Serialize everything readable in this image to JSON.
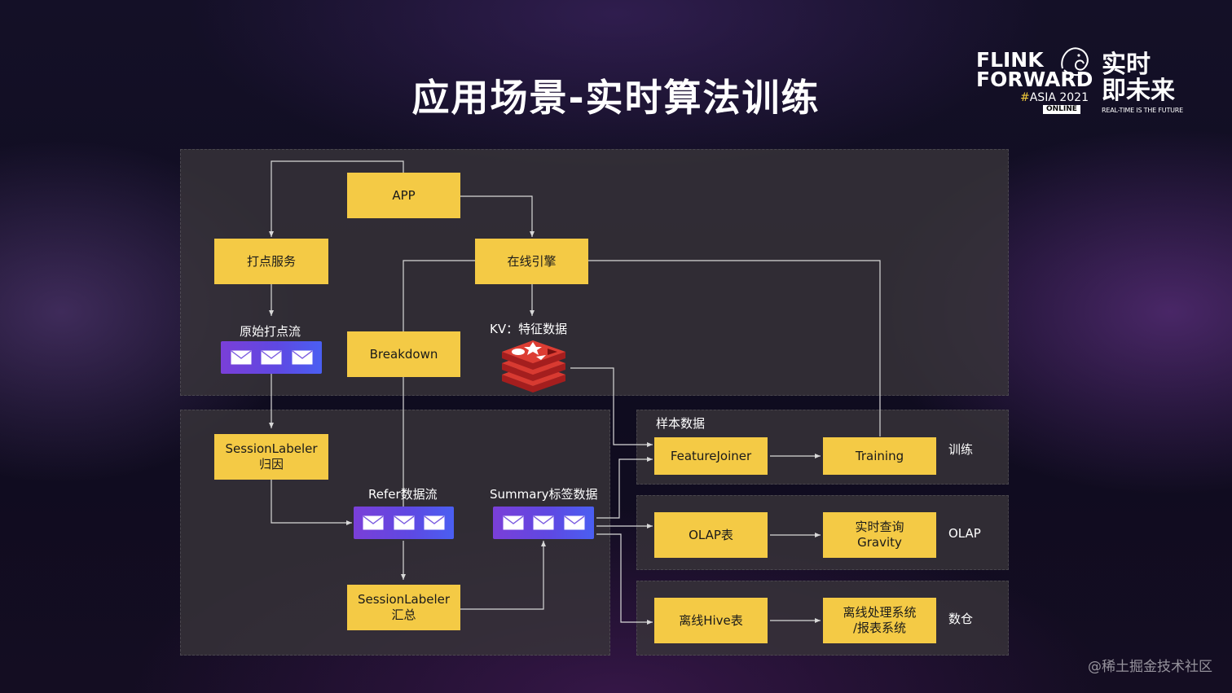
{
  "title": "应用场景-实时算法训练",
  "logo": {
    "line1": "FLINK",
    "line2": "FORWARD",
    "hash": "#",
    "asia": "ASIA 2021",
    "online": "ONLINE",
    "cn1": "实时",
    "cn2": "即未来",
    "tagline": "REAL-TIME IS THE FUTURE"
  },
  "boxes": {
    "app": "APP",
    "dadian": "打点服务",
    "online_engine": "在线引擎",
    "breakdown": "Breakdown",
    "session_attr": "SessionLabeler\n归因",
    "session_sum": "SessionLabeler\n汇总",
    "featurejoiner": "FeatureJoiner",
    "training": "Training",
    "olap_table": "OLAP表",
    "gravity": "实时查询\nGravity",
    "hive": "离线Hive表",
    "offline": "离线处理系统\n/报表系统"
  },
  "labels": {
    "raw_stream": "原始打点流",
    "kv": "KV：特征数据",
    "refer": "Refer数据流",
    "summary": "Summary标签数据",
    "sample": "样本数据"
  },
  "side": {
    "train": "训练",
    "olap": "OLAP",
    "dw": "数仓"
  },
  "watermark": "@稀土掘金技术社区",
  "icons": [
    "envelope-icon",
    "redis-icon",
    "squirrel-logo-icon"
  ]
}
